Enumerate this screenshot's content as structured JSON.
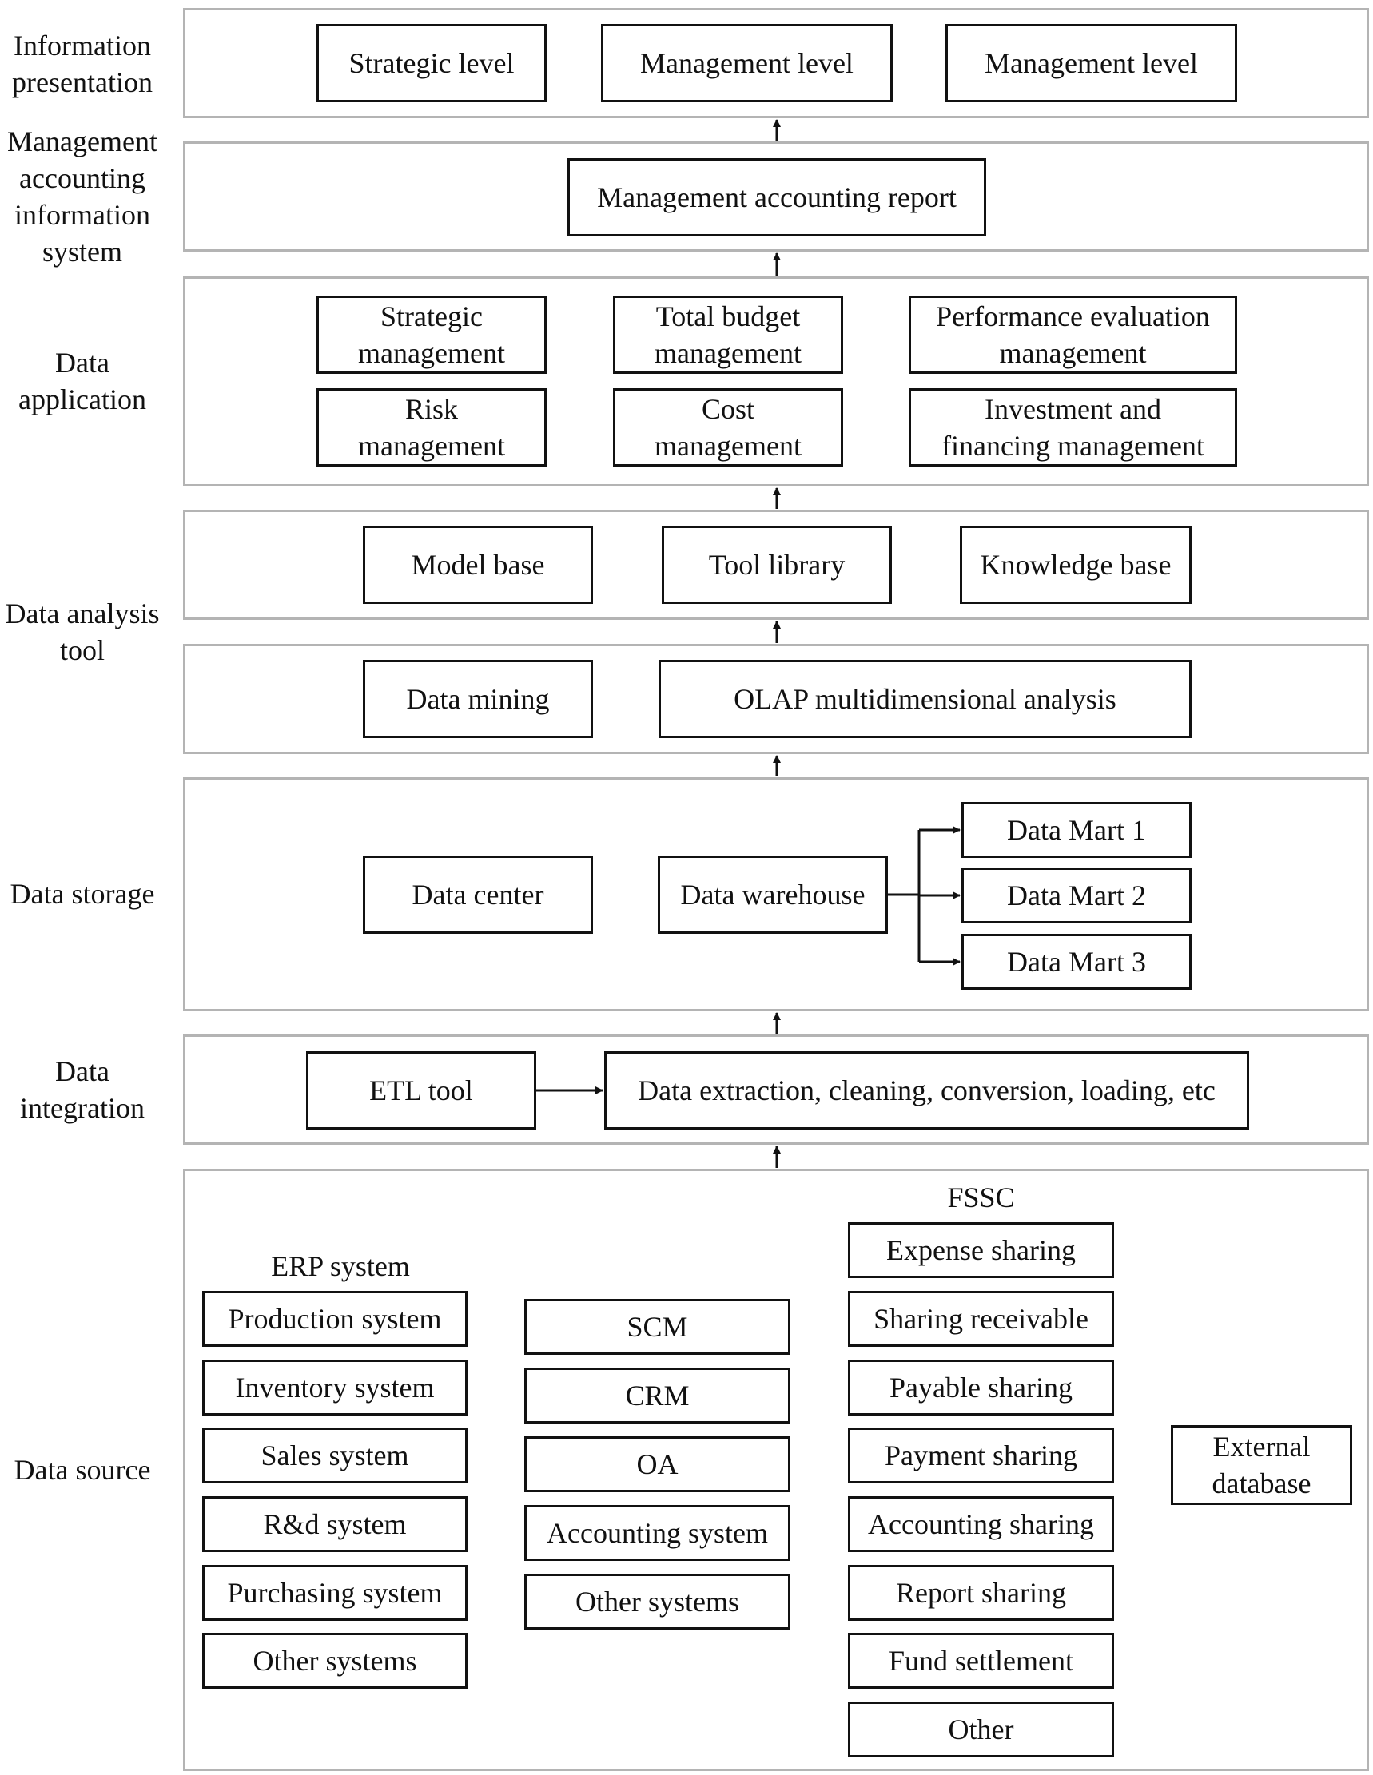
{
  "layers": {
    "information_presentation": {
      "label": "Information\npresentation",
      "boxes": [
        "Strategic level",
        "Management level",
        "Management level"
      ]
    },
    "management_accounting_information_system": {
      "label": "Management\naccounting\ninformation\nsystem",
      "boxes": [
        "Management accounting report"
      ]
    },
    "data_application": {
      "label": "Data\napplication",
      "boxes": [
        "Strategic\nmanagement",
        "Total budget\nmanagement",
        "Performance evaluation\nmanagement",
        "Risk\nmanagement",
        "Cost\nmanagement",
        "Investment and\nfinancing management"
      ]
    },
    "data_analysis_tool": {
      "label": "Data analysis\ntool",
      "upper_boxes": [
        "Model base",
        "Tool library",
        "Knowledge base"
      ],
      "lower_boxes": [
        "Data mining",
        "OLAP multidimensional analysis"
      ]
    },
    "data_storage": {
      "label": "Data storage",
      "boxes": [
        "Data center",
        "Data warehouse"
      ],
      "marts": [
        "Data Mart 1",
        "Data Mart 2",
        "Data Mart 3"
      ]
    },
    "data_integration": {
      "label": "Data\nintegration",
      "boxes": [
        "ETL tool",
        "Data extraction, cleaning, conversion, loading, etc"
      ]
    },
    "data_source": {
      "label": "Data source",
      "erp": {
        "title": "ERP system",
        "items": [
          "Production system",
          "Inventory system",
          "Sales system",
          "R&d system",
          "Purchasing system",
          "Other systems"
        ]
      },
      "middle": {
        "items": [
          "SCM",
          "CRM",
          "OA",
          "Accounting system",
          "Other systems"
        ]
      },
      "fssc": {
        "title": "FSSC",
        "items": [
          "Expense sharing",
          "Sharing receivable",
          "Payable sharing",
          "Payment sharing",
          "Accounting sharing",
          "Report sharing",
          "Fund settlement",
          "Other"
        ]
      },
      "external": "External\ndatabase"
    }
  }
}
